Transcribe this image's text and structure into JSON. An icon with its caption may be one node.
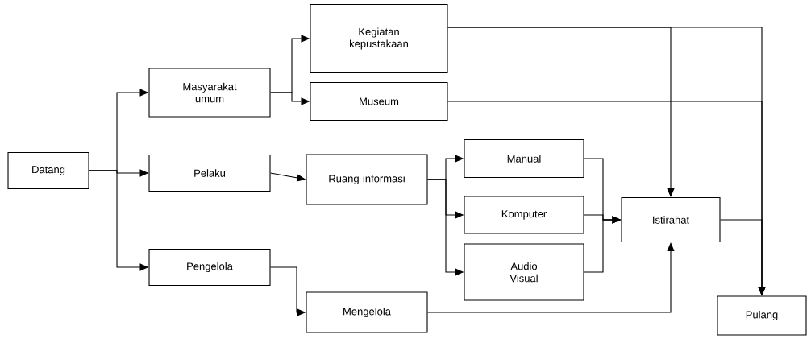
{
  "diagram": {
    "nodes": [
      {
        "text": [
          "Datang"
        ]
      },
      {
        "text": [
          "Masyarakat umum"
        ]
      },
      {
        "text": [
          "Pelaku"
        ]
      },
      {
        "text": [
          "Pengelola"
        ]
      },
      {
        "text": [
          "Kegiatan kepustakaan"
        ]
      },
      {
        "text": [
          "Museum"
        ]
      },
      {
        "text": [
          "Ruang informasi"
        ]
      },
      {
        "text": [
          "Manual"
        ]
      },
      {
        "text": [
          "Komputer"
        ]
      },
      {
        "text": [
          "Audio Visual"
        ]
      },
      {
        "text": [
          "Istirahat"
        ]
      },
      {
        "text": [
          "Mengelola"
        ]
      },
      {
        "text": [
          "Pulang"
        ]
      }
    ],
    "edges": [
      {
        "from": 0,
        "to": 1,
        "arrow": "to"
      },
      {
        "from": 0,
        "to": 2,
        "arrow": "to"
      },
      {
        "from": 0,
        "to": 3,
        "arrow": "to"
      },
      {
        "from": 1,
        "to": 4,
        "arrow": "to"
      },
      {
        "from": 1,
        "to": 5,
        "arrow": "to"
      },
      {
        "from": 2,
        "to": 6,
        "arrow": "to"
      },
      {
        "from": 6,
        "to": 7,
        "arrow": "to"
      },
      {
        "from": 6,
        "to": 8,
        "arrow": "to"
      },
      {
        "from": 6,
        "to": 9,
        "arrow": "to"
      },
      {
        "from": 7,
        "to": 10,
        "arrow": "to"
      },
      {
        "from": 8,
        "to": 10,
        "arrow": "to"
      },
      {
        "from": 9,
        "to": 10,
        "arrow": "to"
      },
      {
        "from": 4,
        "to": 10,
        "arrow": "to"
      },
      {
        "from": 4,
        "to": 12,
        "arrow": "to"
      },
      {
        "from": 5,
        "to": 12,
        "arrow": "to"
      },
      {
        "from": 10,
        "to": 12,
        "arrow": "to"
      },
      {
        "from": 3,
        "to": 11,
        "arrow": "to"
      },
      {
        "from": 11,
        "to": 10,
        "arrow": "to"
      }
    ]
  }
}
